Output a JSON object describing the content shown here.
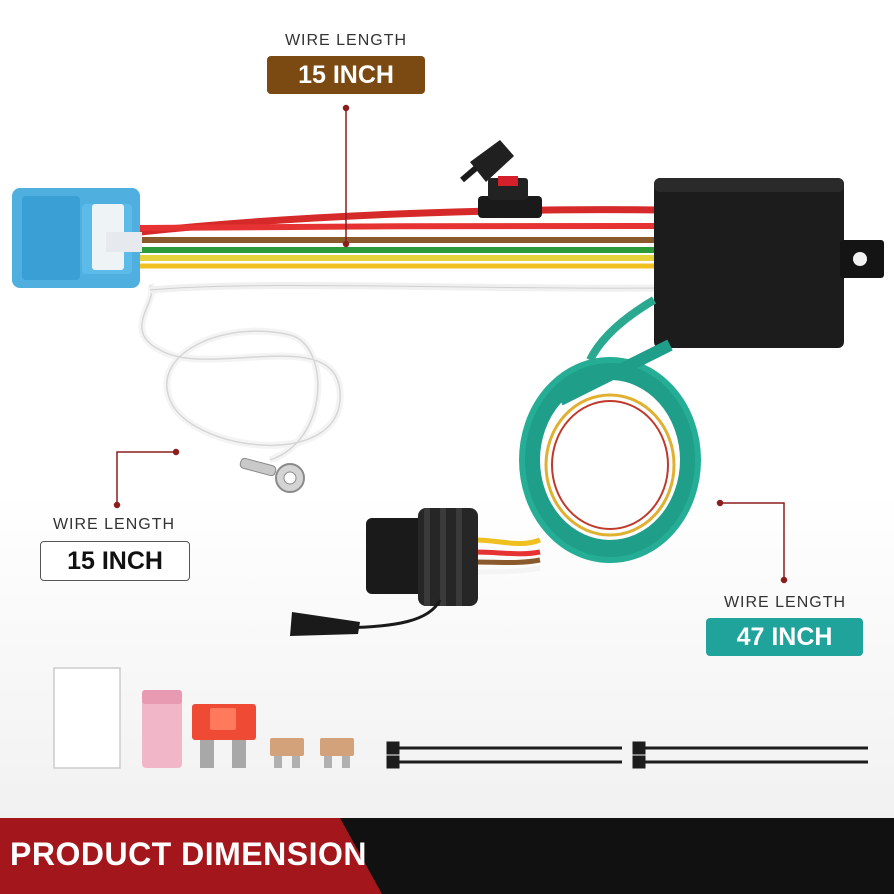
{
  "callouts": [
    {
      "caption": "WIRE LENGTH",
      "value": "15 INCH",
      "color": "#7a4a12"
    },
    {
      "caption": "WIRE LENGTH",
      "value": "15 INCH",
      "color": "#ffffff"
    },
    {
      "caption": "WIRE LENGTH",
      "value": "47 INCH",
      "color": "#1fa39a"
    }
  ],
  "banner": {
    "label": "PRODUCT DIMENSION",
    "color": "#a3161b"
  },
  "components": [
    "blue-connector",
    "inline-fuse-holder",
    "converter-box",
    "ring-terminal-wire",
    "flat-4-pin-connector",
    "coiled-wire",
    "adhesive-pad",
    "pink-fuse",
    "red-fuse",
    "mini-fuses",
    "zip-ties"
  ]
}
